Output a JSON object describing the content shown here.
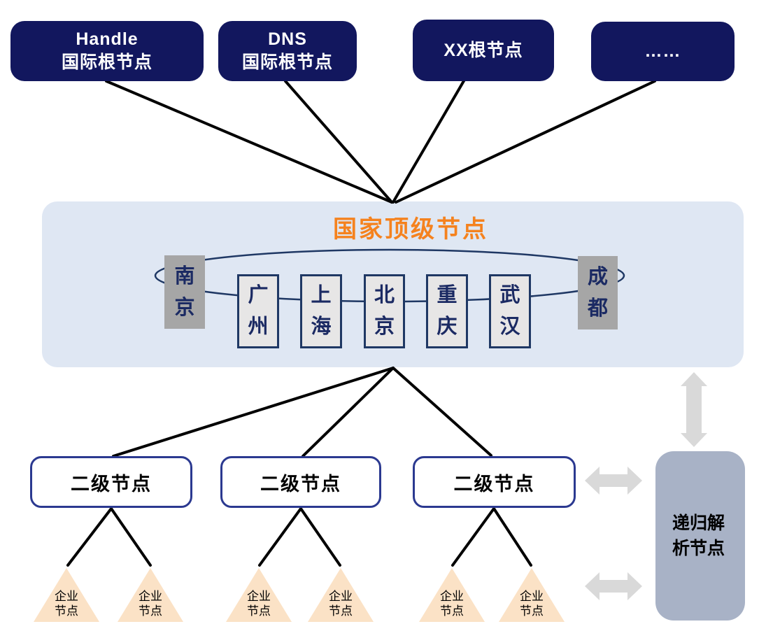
{
  "international_roots": {
    "items": [
      {
        "line1": "Handle",
        "line2": "国际根节点"
      },
      {
        "line1": "DNS",
        "line2": "国际根节点"
      },
      {
        "line1": "XX根节点",
        "line2": ""
      },
      {
        "line1": "……",
        "line2": ""
      }
    ]
  },
  "national_node": {
    "title": "国家顶级节点",
    "cities": [
      {
        "name": "南京",
        "emphasized": true
      },
      {
        "name": "广州",
        "emphasized": false
      },
      {
        "name": "上海",
        "emphasized": false
      },
      {
        "name": "北京",
        "emphasized": false
      },
      {
        "name": "重庆",
        "emphasized": false
      },
      {
        "name": "武汉",
        "emphasized": false
      },
      {
        "name": "成都",
        "emphasized": true
      }
    ]
  },
  "second_level_nodes": {
    "items": [
      {
        "label": "二级节点"
      },
      {
        "label": "二级节点"
      },
      {
        "label": "二级节点"
      }
    ]
  },
  "enterprise_nodes": {
    "items": [
      {
        "label": "企业节点"
      },
      {
        "label": "企业节点"
      },
      {
        "label": "企业节点"
      },
      {
        "label": "企业节点"
      },
      {
        "label": "企业节点"
      },
      {
        "label": "企业节点"
      }
    ]
  },
  "recursive_node": {
    "label": "递归解析节点"
  },
  "colors": {
    "root_box": "#12175e",
    "national_container": "#dfe7f3",
    "national_title": "#f5821e",
    "city_box": "#e7e6e6",
    "city_box_major": "#a6a6a6",
    "city_border": "#1f3864",
    "second_level_border": "#2b3990",
    "enterprise_triangle": "#fbe2c6",
    "recursive_box": "#a8b2c6",
    "gray_arrow": "#d9d9d9",
    "connector_line": "#000000"
  }
}
